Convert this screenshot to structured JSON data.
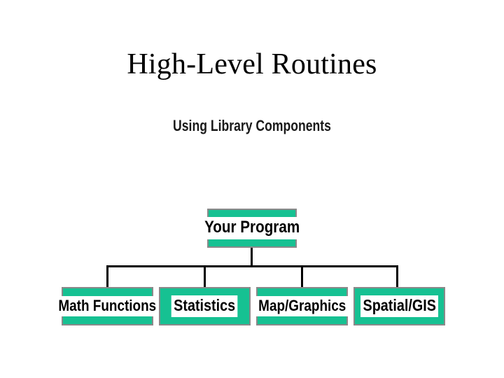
{
  "slide": {
    "title": "High-Level Routines",
    "background_color": "#ffffff"
  },
  "diagram": {
    "caption": "Using Library Components",
    "type": "org-chart",
    "box_fill_color": "#16c192",
    "box_border_color": "#8a8a8a",
    "label_panel_color": "#ffffff",
    "connector_color": "#000000",
    "root": {
      "label": "Your Program"
    },
    "children": [
      {
        "label": "Math Functions"
      },
      {
        "label": "Statistics"
      },
      {
        "label": "Map/Graphics"
      },
      {
        "label": "Spatial/GIS"
      }
    ]
  }
}
